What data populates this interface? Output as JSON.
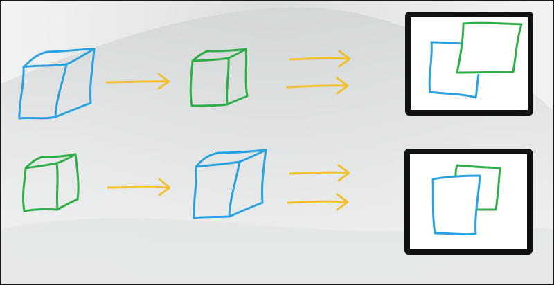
{
  "colors": {
    "background": "#eef0f0",
    "distant_cube": "#2aa2df",
    "near_cube": "#2fae47",
    "arrow": "#f2c12e",
    "frame_border": "#111111",
    "frame_fill": "#ffffff"
  },
  "rows": [
    {
      "id": "row-top",
      "first_cube_color": "blue",
      "second_cube_color": "green",
      "result": {
        "front": "green",
        "back": "blue"
      }
    },
    {
      "id": "row-bottom",
      "first_cube_color": "green",
      "second_cube_color": "blue",
      "result": {
        "front": "blue",
        "back": "green"
      }
    }
  ],
  "icons": [
    "right-arrow-icon",
    "double-right-arrow-icon"
  ]
}
